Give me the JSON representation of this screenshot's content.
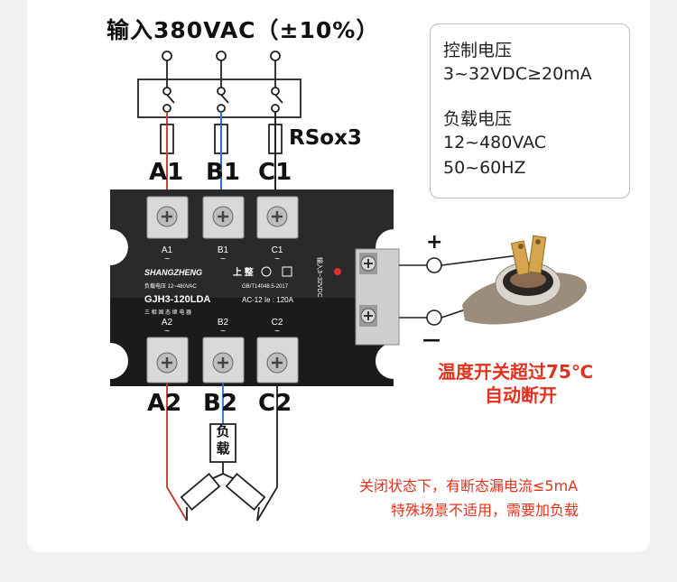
{
  "title": "输入380VAC（±10%）",
  "fuse_label": "RSox3",
  "phases_top": [
    "A1",
    "B1",
    "C1"
  ],
  "phases_bottom": [
    "A2",
    "B2",
    "C2"
  ],
  "control_voltage": {
    "label": "控制电压",
    "value": "3~32VDC≥20mA"
  },
  "load_voltage": {
    "label": "负载电压",
    "value": "12~480VAC",
    "freq": "50~60HZ"
  },
  "thermostat_warning": [
    "温度开关超过75℃",
    "自动断开"
  ],
  "polarity": {
    "plus": "+",
    "minus": "—"
  },
  "load_label": "负载",
  "relay": {
    "brand_en": "SHANGZHENG",
    "brand_cn": "上 整",
    "load_spec": "负载电压 12~480VAC",
    "standard": "GB/T14048.5-2017",
    "model": "GJH3-120LDA",
    "rating": "AC-12 Ie : 120A",
    "desc": "三 相 固 态 继 电 器",
    "side_label": "输入3~32VDC",
    "term_top": [
      "A1",
      "B1",
      "C1"
    ],
    "term_bottom": [
      "A2",
      "B2",
      "C2"
    ]
  },
  "leakage_note": [
    "关闭状态下，有断态漏电流≤5mA",
    "特殊场景不适用，需要加负载"
  ],
  "colors": {
    "accent_red": "#e0321e",
    "wire_red": "#d0442c",
    "wire_blue": "#2f6fd0",
    "relay_body": "#1b1b1d"
  }
}
